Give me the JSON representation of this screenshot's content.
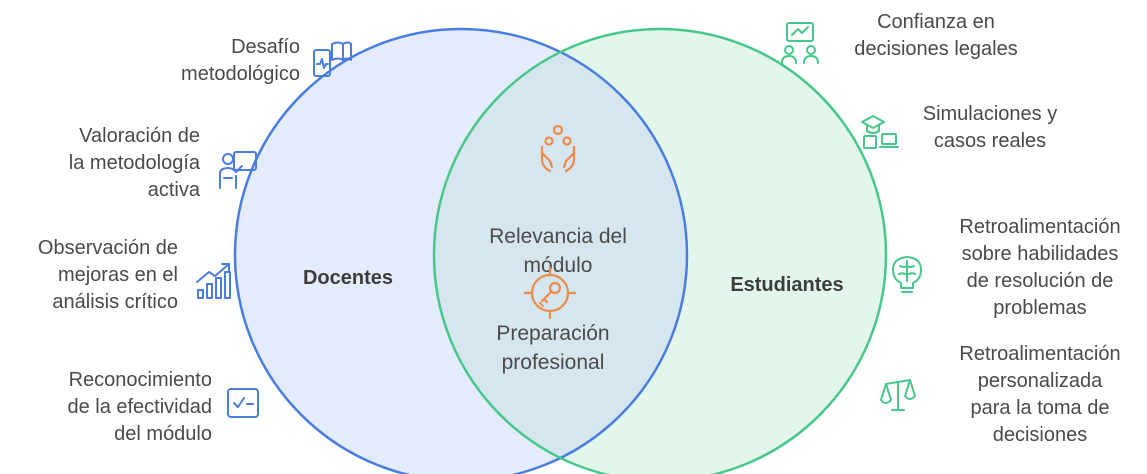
{
  "colors": {
    "docentes_stroke": "#4a7de0",
    "docentes_fill": "#e4ecfb",
    "estudiantes_stroke": "#47c78a",
    "estudiantes_fill": "#e3f6ec",
    "overlap_fill": "#d6e6ef",
    "center_icon": "#ec8a4a",
    "docentes_icon": "#4a7de0",
    "estudiantes_icon": "#47c78a"
  },
  "sets": {
    "docentes": "Docentes",
    "estudiantes": "Estudiantes"
  },
  "center": {
    "items": [
      {
        "icon": "hands-people-icon",
        "lines": [
          "Relevancia del",
          "módulo"
        ]
      },
      {
        "icon": "target-key-icon",
        "lines": [
          "Preparación",
          "profesional"
        ]
      }
    ]
  },
  "docentes_items": [
    {
      "icon": "tablet-book-icon",
      "lines": [
        "Desafío",
        "metodológico"
      ]
    },
    {
      "icon": "presenter-icon",
      "lines": [
        "Valoración de",
        "la metodología",
        "activa"
      ]
    },
    {
      "icon": "growth-chart-icon",
      "lines": [
        "Observación de",
        "mejoras en el",
        "análisis crítico"
      ]
    },
    {
      "icon": "checklist-icon",
      "lines": [
        "Reconocimiento",
        "de la efectividad",
        "del módulo"
      ]
    }
  ],
  "estudiantes_items": [
    {
      "icon": "team-board-icon",
      "lines": [
        "Confianza en",
        "decisiones legales"
      ]
    },
    {
      "icon": "graduate-laptop-icon",
      "lines": [
        "Simulaciones y",
        "casos reales"
      ]
    },
    {
      "icon": "brain-bulb-icon",
      "lines": [
        "Retroalimentación",
        "sobre habilidades",
        "de resolución de",
        "problemas"
      ]
    },
    {
      "icon": "scales-icon",
      "lines": [
        "Retroalimentación",
        "personalizada",
        "para la toma de",
        "decisiones"
      ]
    }
  ]
}
